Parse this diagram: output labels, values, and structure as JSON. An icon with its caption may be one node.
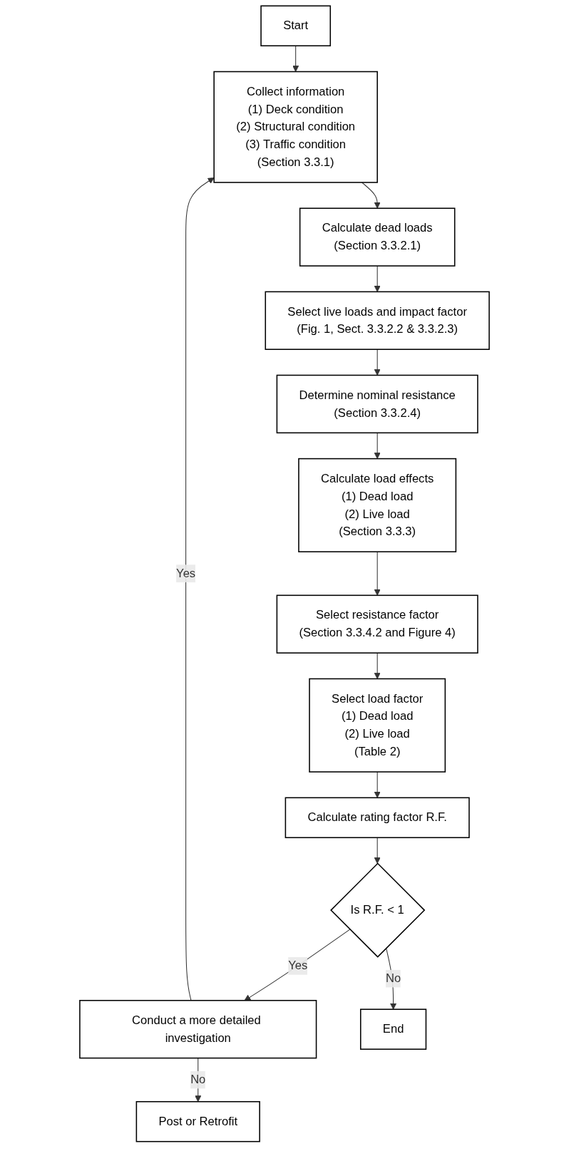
{
  "diagram": {
    "nodes": [
      {
        "text": [
          "Start"
        ]
      },
      {
        "text": [
          "Collect information",
          "(1) Deck condition",
          "(2) Structural condition",
          "(3) Traffic condition",
          "(Section 3.3.1)"
        ]
      },
      {
        "text": [
          "Calculate dead loads",
          "(Section 3.3.2.1)"
        ]
      },
      {
        "text": [
          "Select live loads and impact factor",
          "(Fig. 1, Sect. 3.3.2.2 & 3.3.2.3)"
        ]
      },
      {
        "text": [
          "Determine nominal resistance",
          "(Section 3.3.2.4)"
        ]
      },
      {
        "text": [
          "Calculate load effects",
          "(1) Dead load",
          "(2) Live load",
          "(Section 3.3.3)"
        ]
      },
      {
        "text": [
          "Select resistance factor",
          "(Section 3.3.4.2 and Figure 4)"
        ]
      },
      {
        "text": [
          "Select load factor",
          "(1) Dead load",
          "(2) Live load",
          "(Table 2)"
        ]
      },
      {
        "text": [
          "Calculate rating factor R.F."
        ]
      },
      {
        "text": [
          "Is R.F. < 1"
        ]
      },
      {
        "text": [
          "Conduct a more detailed investigation"
        ]
      },
      {
        "text": [
          "End"
        ]
      },
      {
        "text": [
          "Post or Retrofit"
        ]
      }
    ],
    "edges": [
      {
        "from": 0,
        "to": 1,
        "arrow": "to"
      },
      {
        "from": 1,
        "to": 2,
        "arrow": "to"
      },
      {
        "from": 2,
        "to": 3,
        "arrow": "to"
      },
      {
        "from": 3,
        "to": 4,
        "arrow": "to"
      },
      {
        "from": 4,
        "to": 5,
        "arrow": "to"
      },
      {
        "from": 5,
        "to": 6,
        "arrow": "to"
      },
      {
        "from": 6,
        "to": 7,
        "arrow": "to"
      },
      {
        "from": 7,
        "to": 8,
        "arrow": "to"
      },
      {
        "from": 8,
        "to": 9,
        "arrow": "to"
      },
      {
        "from": 9,
        "to": 10,
        "label": "Yes",
        "arrow": "to"
      },
      {
        "from": 9,
        "to": 11,
        "label": "No",
        "arrow": "to"
      },
      {
        "from": 10,
        "to": 1,
        "label": "Yes",
        "arrow": "to"
      },
      {
        "from": 10,
        "to": 12,
        "label": "No",
        "arrow": "to"
      }
    ]
  }
}
